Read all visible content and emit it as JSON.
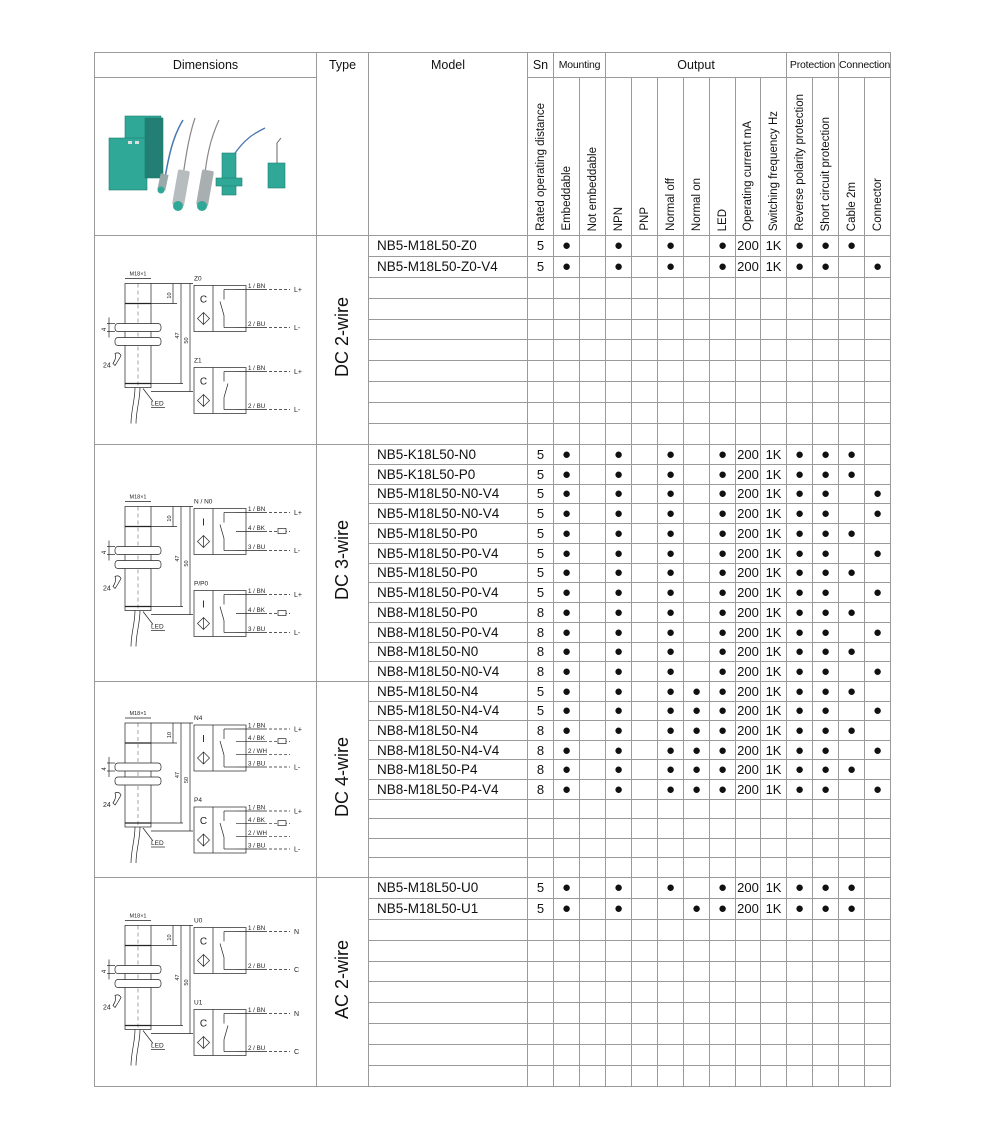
{
  "header": {
    "dimensions": "Dimensions",
    "type": "Type",
    "model": "Model",
    "sn": "Sn",
    "mounting": "Mounting",
    "output": "Output",
    "protection": "Protection",
    "connection": "Connection",
    "columns": [
      "Rated operating distance",
      "Embeddable",
      "Not embeddable",
      "NPN",
      "PNP",
      "Normal off",
      "Normal on",
      "LED",
      "Operating current mA",
      "Switching frequency Hz",
      "Reverse polarity protection",
      "Short circuit protection",
      "Cable 2m",
      "Connector"
    ]
  },
  "colors": {
    "teal": "#2fa898",
    "grid": "#9a9a9a",
    "border": "#444444"
  },
  "dims_labels": {
    "thread": "M18×1",
    "d10": "10",
    "d47": "47",
    "d50": "50",
    "d4": "4",
    "wrench": "24",
    "led": "LED"
  },
  "sections": [
    {
      "type": "DC 2-wire",
      "rows_total": 10,
      "diagram": [
        {
          "title": "Z0",
          "symbol": "C",
          "switch": "no",
          "wires": [
            {
              "label": "1 / BN",
              "end": "L+"
            },
            {
              "label": "2 / BU",
              "end": "L-"
            }
          ]
        },
        {
          "title": "Z1",
          "symbol": "C",
          "switch": "nc",
          "wires": [
            {
              "label": "1 / BN",
              "end": "L+"
            },
            {
              "label": "2 / BU",
              "end": "L-"
            }
          ]
        }
      ],
      "rows": [
        {
          "model": "NB5-M18L50-Z0",
          "cells": [
            "5",
            "●",
            "",
            "●",
            "",
            "●",
            "",
            "●",
            "200",
            "1K",
            "●",
            "●",
            "●",
            ""
          ]
        },
        {
          "model": "NB5-M18L50-Z0-V4",
          "cells": [
            "5",
            "●",
            "",
            "●",
            "",
            "●",
            "",
            "●",
            "200",
            "1K",
            "●",
            "●",
            "",
            "●"
          ]
        }
      ]
    },
    {
      "type": "DC 3-wire",
      "rows_total": 12,
      "diagram": [
        {
          "title": "N / N0",
          "symbol": "I",
          "switch": "no",
          "wires": [
            {
              "label": "1 / BN",
              "end": "L+"
            },
            {
              "label": "4 / BK",
              "end": ""
            },
            {
              "label": "3 / BU",
              "end": "L-"
            }
          ]
        },
        {
          "title": "P/P0",
          "symbol": "I",
          "switch": "no",
          "wires": [
            {
              "label": "1 / BN",
              "end": "L+"
            },
            {
              "label": "4 / BK",
              "end": ""
            },
            {
              "label": "3 / BU",
              "end": "L-"
            }
          ]
        }
      ],
      "rows": [
        {
          "model": "NB5-K18L50-N0",
          "cells": [
            "5",
            "●",
            "",
            "●",
            "",
            "●",
            "",
            "●",
            "200",
            "1K",
            "●",
            "●",
            "●",
            ""
          ]
        },
        {
          "model": "NB5-K18L50-P0",
          "cells": [
            "5",
            "●",
            "",
            "●",
            "",
            "●",
            "",
            "●",
            "200",
            "1K",
            "●",
            "●",
            "●",
            ""
          ]
        },
        {
          "model": "NB5-M18L50-N0-V4",
          "cells": [
            "5",
            "●",
            "",
            "●",
            "",
            "●",
            "",
            "●",
            "200",
            "1K",
            "●",
            "●",
            "",
            "●"
          ]
        },
        {
          "model": "NB5-M18L50-N0-V4",
          "cells": [
            "5",
            "●",
            "",
            "●",
            "",
            "●",
            "",
            "●",
            "200",
            "1K",
            "●",
            "●",
            "",
            "●"
          ]
        },
        {
          "model": "NB5-M18L50-P0",
          "cells": [
            "5",
            "●",
            "",
            "●",
            "",
            "●",
            "",
            "●",
            "200",
            "1K",
            "●",
            "●",
            "●",
            ""
          ]
        },
        {
          "model": "NB5-M18L50-P0-V4",
          "cells": [
            "5",
            "●",
            "",
            "●",
            "",
            "●",
            "",
            "●",
            "200",
            "1K",
            "●",
            "●",
            "",
            "●"
          ]
        },
        {
          "model": "NB5-M18L50-P0",
          "cells": [
            "5",
            "●",
            "",
            "●",
            "",
            "●",
            "",
            "●",
            "200",
            "1K",
            "●",
            "●",
            "●",
            ""
          ]
        },
        {
          "model": "NB5-M18L50-P0-V4",
          "cells": [
            "5",
            "●",
            "",
            "●",
            "",
            "●",
            "",
            "●",
            "200",
            "1K",
            "●",
            "●",
            "",
            "●"
          ]
        },
        {
          "model": "NB8-M18L50-P0",
          "cells": [
            "8",
            "●",
            "",
            "●",
            "",
            "●",
            "",
            "●",
            "200",
            "1K",
            "●",
            "●",
            "●",
            ""
          ]
        },
        {
          "model": "NB8-M18L50-P0-V4",
          "cells": [
            "8",
            "●",
            "",
            "●",
            "",
            "●",
            "",
            "●",
            "200",
            "1K",
            "●",
            "●",
            "",
            "●"
          ]
        },
        {
          "model": "NB8-M18L50-N0",
          "cells": [
            "8",
            "●",
            "",
            "●",
            "",
            "●",
            "",
            "●",
            "200",
            "1K",
            "●",
            "●",
            "●",
            ""
          ]
        },
        {
          "model": "NB8-M18L50-N0-V4",
          "cells": [
            "8",
            "●",
            "",
            "●",
            "",
            "●",
            "",
            "●",
            "200",
            "1K",
            "●",
            "●",
            "",
            "●"
          ]
        }
      ]
    },
    {
      "type": "DC 4-wire",
      "rows_total": 10,
      "diagram": [
        {
          "title": "N4",
          "symbol": "I",
          "switch": "no",
          "wires": [
            {
              "label": "1 / BN",
              "end": "L+"
            },
            {
              "label": "4 / BK",
              "end": ""
            },
            {
              "label": "2 / WH",
              "end": ""
            },
            {
              "label": "3 / BU",
              "end": "L-"
            }
          ]
        },
        {
          "title": "P4",
          "symbol": "C",
          "switch": "no",
          "wires": [
            {
              "label": "1 / BN",
              "end": "L+"
            },
            {
              "label": "4 / BK",
              "end": ""
            },
            {
              "label": "2 / WH",
              "end": ""
            },
            {
              "label": "3 / BU",
              "end": "L-"
            }
          ]
        }
      ],
      "rows": [
        {
          "model": "NB5-M18L50-N4",
          "cells": [
            "5",
            "●",
            "",
            "●",
            "",
            "●",
            "●",
            "●",
            "200",
            "1K",
            "●",
            "●",
            "●",
            ""
          ]
        },
        {
          "model": "NB5-M18L50-N4-V4",
          "cells": [
            "5",
            "●",
            "",
            "●",
            "",
            "●",
            "●",
            "●",
            "200",
            "1K",
            "●",
            "●",
            "",
            "●"
          ]
        },
        {
          "model": "NB8-M18L50-N4",
          "cells": [
            "8",
            "●",
            "",
            "●",
            "",
            "●",
            "●",
            "●",
            "200",
            "1K",
            "●",
            "●",
            "●",
            ""
          ]
        },
        {
          "model": "NB8-M18L50-N4-V4",
          "cells": [
            "8",
            "●",
            "",
            "●",
            "",
            "●",
            "●",
            "●",
            "200",
            "1K",
            "●",
            "●",
            "",
            "●"
          ]
        },
        {
          "model": "NB8-M18L50-P4",
          "cells": [
            "8",
            "●",
            "",
            "●",
            "",
            "●",
            "●",
            "●",
            "200",
            "1K",
            "●",
            "●",
            "●",
            ""
          ]
        },
        {
          "model": "NB8-M18L50-P4-V4",
          "cells": [
            "8",
            "●",
            "",
            "●",
            "",
            "●",
            "●",
            "●",
            "200",
            "1K",
            "●",
            "●",
            "",
            "●"
          ]
        }
      ]
    },
    {
      "type": "AC 2-wire",
      "rows_total": 10,
      "diagram": [
        {
          "title": "U0",
          "symbol": "C",
          "switch": "no",
          "wires": [
            {
              "label": "1 / BN",
              "end": "N"
            },
            {
              "label": "2 / BU",
              "end": "C"
            }
          ]
        },
        {
          "title": "U1",
          "symbol": "C",
          "switch": "nc",
          "wires": [
            {
              "label": "1 / BN",
              "end": "N"
            },
            {
              "label": "2 / BU",
              "end": "C"
            }
          ]
        }
      ],
      "rows": [
        {
          "model": "NB5-M18L50-U0",
          "cells": [
            "5",
            "●",
            "",
            "●",
            "",
            "●",
            "",
            "●",
            "200",
            "1K",
            "●",
            "●",
            "●",
            ""
          ]
        },
        {
          "model": "NB5-M18L50-U1",
          "cells": [
            "5",
            "●",
            "",
            "●",
            "",
            "",
            "●",
            "●",
            "200",
            "1K",
            "●",
            "●",
            "●",
            ""
          ]
        }
      ]
    }
  ]
}
